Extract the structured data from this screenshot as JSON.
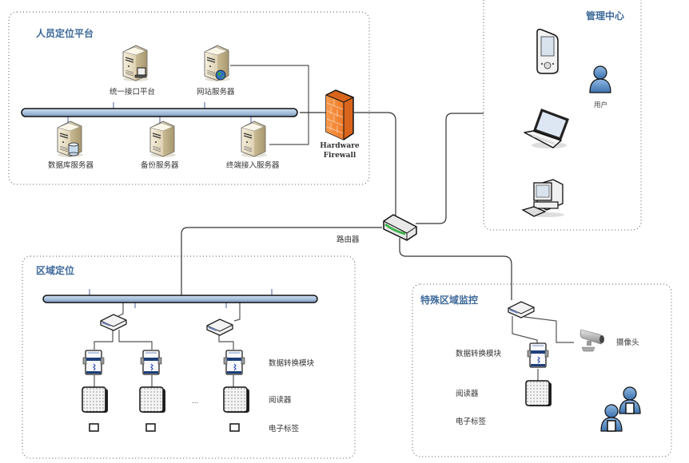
{
  "zones": {
    "platform": {
      "title": "人员定位平台"
    },
    "management": {
      "title": "管理中心"
    },
    "area": {
      "title": "区域定位"
    },
    "special": {
      "title": "特殊区域监控"
    }
  },
  "platform": {
    "servers_top": [
      {
        "label": "统一接口平台",
        "icon": "server-with-pc-icon"
      },
      {
        "label": "网站服务器",
        "icon": "server-with-globe-icon"
      }
    ],
    "servers_bottom": [
      {
        "label": "数据库服务器",
        "icon": "server-with-database-icon"
      },
      {
        "label": "备份服务器",
        "icon": "server-icon"
      },
      {
        "label": "终端接入服务器",
        "icon": "server-icon"
      }
    ]
  },
  "firewall": {
    "line1": "Hardware",
    "line2": "Firewall"
  },
  "router": {
    "label": "路由器"
  },
  "management": {
    "user_label": "用户",
    "devices": [
      "pda-icon",
      "laptop-icon",
      "desktop-computer-icon"
    ]
  },
  "area": {
    "module_label": "数据转换模块",
    "reader_label": "阅读器",
    "tag_label": "电子标签",
    "ellipsis": "..."
  },
  "special": {
    "module_label": "数据转换模块",
    "reader_label": "阅读器",
    "tag_label": "电子标签",
    "camera_label": "摄像头"
  },
  "colors": {
    "zone_title": "#3f6a9a",
    "bus_fill": "#a9c1dd",
    "firewall": "#f28a3c",
    "user_blue": "#4f86c0",
    "router_led": "#3fb24a"
  }
}
